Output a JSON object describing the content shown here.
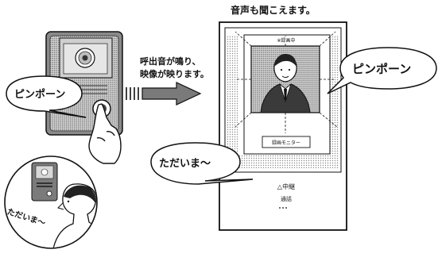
{
  "header": {
    "sound_caption": "音声も聞こえます。"
  },
  "door_station": {
    "bubble_text": "ピンポーン"
  },
  "arrow_caption": {
    "line1": "呼出音が鳴り、",
    "line2": "映像が映ります。"
  },
  "monitor": {
    "screen_bubble_text": "ピンポーン",
    "top_small_label": "※録画中",
    "monitor_button_label": "録画モニター",
    "answer_label": "通話",
    "home_label": "△中継",
    "tadaima_bubble": "ただいま〜"
  },
  "inset": {
    "speech_text": "ただいま〜"
  },
  "colors": {
    "ink": "#111111",
    "paper": "#ffffff",
    "panel_gray": "#7d7d7d",
    "dot_pattern": "#9a9a9a"
  }
}
